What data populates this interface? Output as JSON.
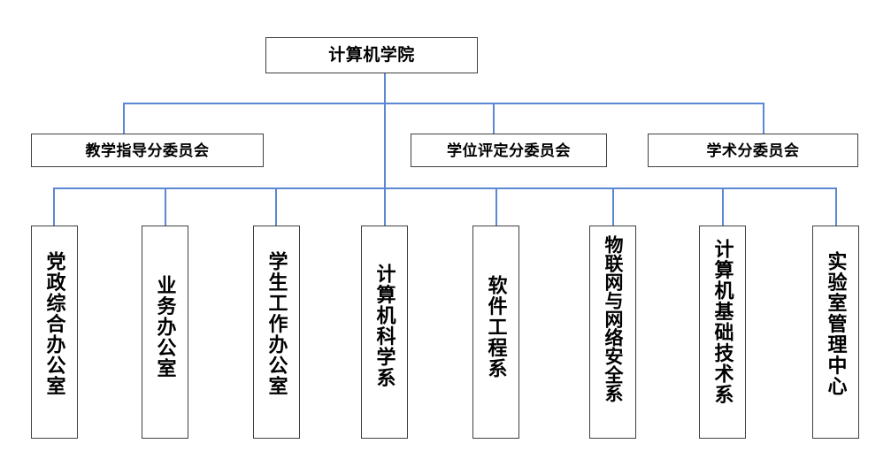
{
  "chart": {
    "type": "org-chart",
    "title_node": {
      "label": "计算机学院"
    },
    "tier2": [
      {
        "label": "教学指导分委员会"
      },
      {
        "label": "学位评定分委员会"
      },
      {
        "label": "学术分委员会"
      }
    ],
    "tier3": [
      {
        "label": "党政综合办公室"
      },
      {
        "label": "业务办公室"
      },
      {
        "label": "学生工作办公室"
      },
      {
        "label": "计算机科学系"
      },
      {
        "label": "软件工程系"
      },
      {
        "label": "物联网与网络安全系"
      },
      {
        "label": "计算机基础技术系"
      },
      {
        "label": "实验室管理中心"
      }
    ],
    "colors": {
      "connector": "#5B87D4",
      "box_border": "#404040",
      "box_fill": "#FFFFFF",
      "text": "#000000"
    }
  }
}
